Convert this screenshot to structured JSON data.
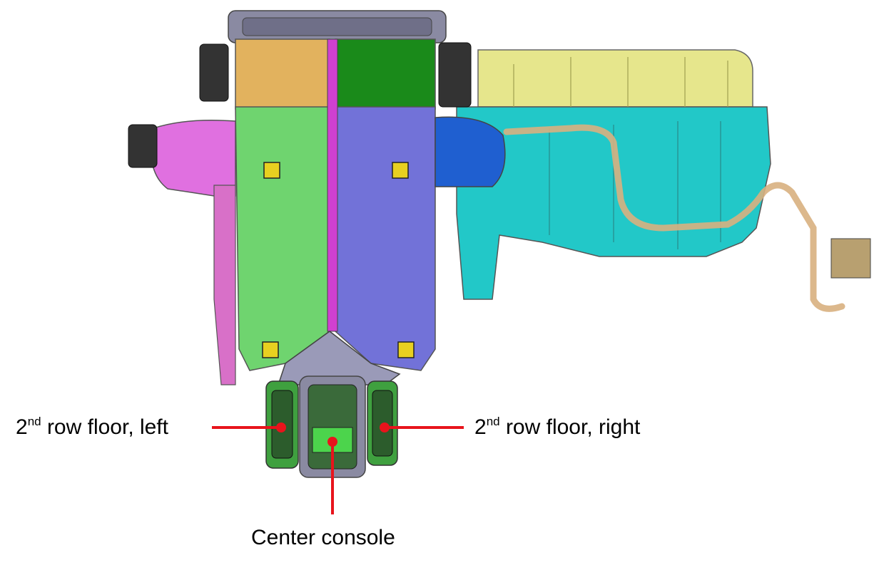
{
  "labels": {
    "left": {
      "ordinal": "2",
      "suffix": "nd",
      "text": " row floor, left"
    },
    "right": {
      "ordinal": "2",
      "suffix": "nd",
      "text": " row floor, right"
    },
    "center": {
      "text": "Center console"
    }
  },
  "colors": {
    "callout": "#e8141c",
    "green_housing": "#6fd46f",
    "purple_housing": "#7070d8",
    "orange_top": "#e0b060",
    "dark_green_top": "#1a8a1a",
    "yellow_module": "#e8e88a",
    "cyan_module": "#22c8c8",
    "pink_blower": "#e070e0",
    "blue_blower": "#1f5fd0",
    "gray_vent": "#8a8aa0",
    "harness": "#d8b080"
  }
}
